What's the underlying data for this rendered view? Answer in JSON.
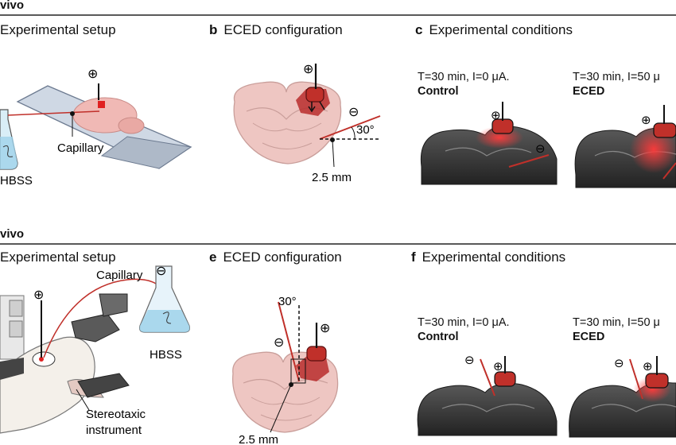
{
  "rows": [
    {
      "header": "vivo"
    },
    {
      "header": "vivo"
    }
  ],
  "panels": {
    "a": {
      "letter": "",
      "title": "Experimental setup"
    },
    "b": {
      "letter": "b",
      "title": "ECED configuration"
    },
    "c": {
      "letter": "c",
      "title": "Experimental conditions"
    },
    "d": {
      "letter": "",
      "title": "Experimental setup"
    },
    "e": {
      "letter": "e",
      "title": "ECED configuration"
    },
    "f": {
      "letter": "f",
      "title": "Experimental conditions"
    }
  },
  "labels": {
    "capillary_top": "Capillary",
    "hbss_top": "HBSS",
    "distance_top": "2.5 mm",
    "angle_top": "30°",
    "capillary_bottom": "Capillary",
    "hbss_bottom": "HBSS",
    "stereotaxic_line1": "Stereotaxic",
    "stereotaxic_line2": "instrument",
    "distance_bottom": "2.5 mm",
    "angle_bottom": "30°",
    "plus": "⊕",
    "minus": "⊖"
  },
  "conditions": {
    "c_control": {
      "params": "T=30 min, I=0 μA.",
      "name": "Control"
    },
    "c_eced": {
      "params": "T=30 min, I=50 μ",
      "name": "ECED"
    },
    "f_control": {
      "params": "T=30 min, I=0 μA.",
      "name": "Control"
    },
    "f_eced": {
      "params": "T=30 min, I=50 μ",
      "name": "ECED"
    }
  },
  "colors": {
    "electrode": "#c0302a",
    "brain_tissue": "#eec6c2",
    "slice_dark": "#3a3a3a",
    "glow": "#ff4a4a",
    "flask_liquid": "#bfe3f2"
  }
}
